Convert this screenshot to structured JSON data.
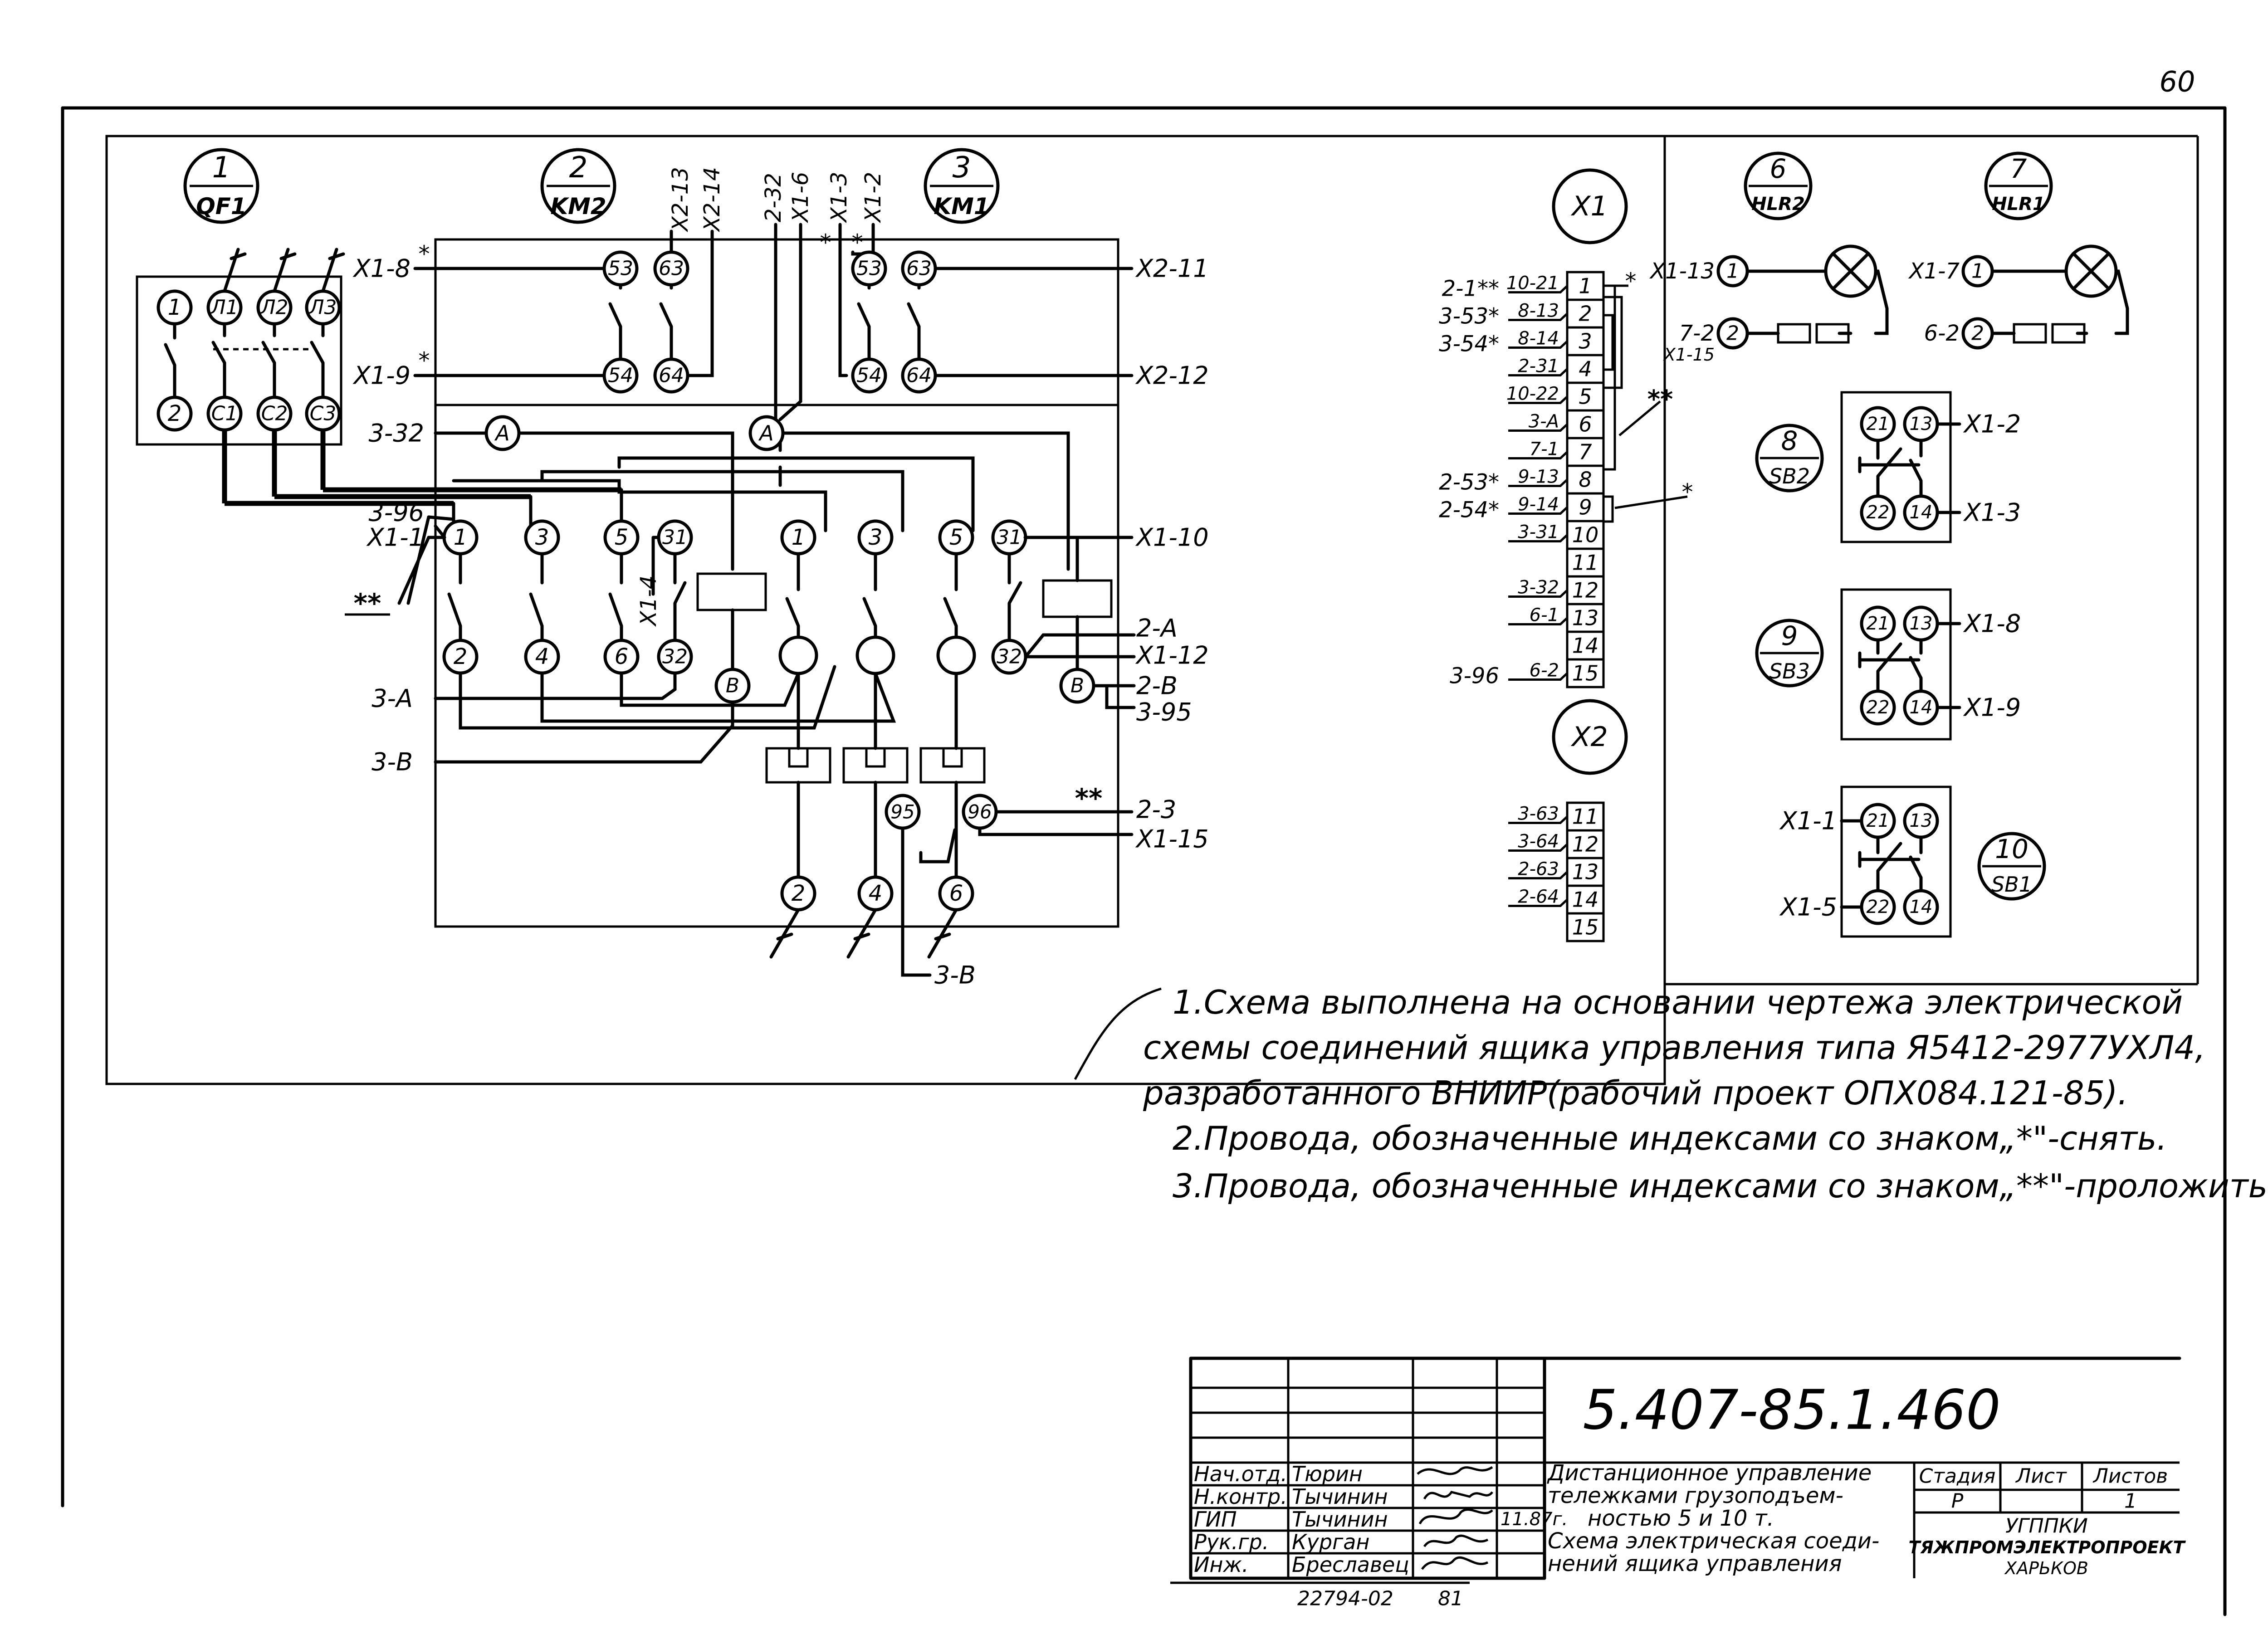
{
  "sheet_number": "60",
  "components": {
    "qf1": {
      "num": "1",
      "ref": "QF1"
    },
    "km2": {
      "num": "2",
      "ref": "KM2"
    },
    "km1": {
      "num": "3",
      "ref": "KM1"
    },
    "hlr2": {
      "num": "6",
      "ref": "HLR2"
    },
    "hlr1": {
      "num": "7",
      "ref": "HLR1"
    },
    "sb2": {
      "num": "8",
      "ref": "SB2"
    },
    "sb3": {
      "num": "9",
      "ref": "SB3"
    },
    "sb1": {
      "num": "10",
      "ref": "SB1"
    }
  },
  "qf1_pins": {
    "top": [
      "1",
      "Л1",
      "Л2",
      "Л3"
    ],
    "bottom": [
      "2",
      "С1",
      "С2",
      "С3"
    ]
  },
  "contactor_pins": {
    "aux_top": [
      "53",
      "63",
      "53",
      "63"
    ],
    "aux_bottom": [
      "54",
      "64",
      "54",
      "64"
    ],
    "main_top": [
      "1",
      "3",
      "5",
      "1",
      "3",
      "5"
    ],
    "main_bottom": [
      "2",
      "4",
      "6"
    ],
    "motor_out": [
      "2",
      "4",
      "6"
    ],
    "aux31": [
      "31",
      "31"
    ],
    "aux32": [
      "32",
      "32"
    ],
    "coil_a": "A",
    "coil_b": "B",
    "relay": [
      "95",
      "96"
    ]
  },
  "wire_labels": {
    "x1_8": "Х1-8",
    "x1_9": "Х1-9",
    "x2_13": "Х2-13",
    "x2_14": "Х2-14",
    "k2_32": "2-32",
    "x1_6": "Х1-6",
    "x1_3": "Х1-3",
    "x1_2": "Х1-2",
    "x2_11": "Х2-11",
    "x2_12": "Х2-12",
    "k3_32": "3-32",
    "k3_96": "3-96",
    "x1_1": "Х1-1",
    "x1_4": "Х1-4",
    "x1_10": "Х1-10",
    "k2_a": "2-А",
    "x1_12": "Х1-12",
    "k2_b": "2-В",
    "k3_95": "3-95",
    "k3_a": "3-А",
    "k3_b": "3-В",
    "k2_3": "2-3",
    "x1_15": "Х1-15",
    "k3_b2": "3-В",
    "star": "*",
    "dstar": "**"
  },
  "x1_block": {
    "title": "Х1",
    "terminals": [
      "1",
      "2",
      "3",
      "4",
      "5",
      "6",
      "7",
      "8",
      "9",
      "10",
      "11",
      "12",
      "13",
      "14",
      "15"
    ],
    "inner": [
      "10-21",
      "8-13",
      "8-14",
      "2-31",
      "10-22",
      "3-А",
      "7-1",
      "9-13",
      "9-14",
      "3-31",
      "",
      "3-32",
      "6-1",
      "",
      "6-2"
    ],
    "outer": [
      "2-1**",
      "3-53*",
      "3-54*",
      "",
      "",
      "",
      "",
      "2-53*",
      "2-54*",
      "",
      "",
      "",
      "",
      "",
      "3-96"
    ]
  },
  "x2_block": {
    "title": "Х2",
    "terminals": [
      "11",
      "12",
      "13",
      "14",
      "15"
    ],
    "inner": [
      "3-63",
      "3-64",
      "2-63",
      "2-64",
      ""
    ]
  },
  "lamps": {
    "hlr2_in": "Х1-13",
    "hlr2_out": "7-2",
    "hlr2_out2": "Х1-15",
    "hlr1_in": "Х1-7",
    "hlr1_out": "6-2",
    "pin1": "1",
    "pin2": "2"
  },
  "buttons": {
    "sb2": {
      "pins": [
        "21",
        "13",
        "22",
        "14"
      ],
      "wires": [
        "Х1-2",
        "Х1-3"
      ]
    },
    "sb3": {
      "pins": [
        "21",
        "13",
        "22",
        "14"
      ],
      "wires": [
        "Х1-8",
        "Х1-9"
      ]
    },
    "sb1": {
      "pins": [
        "21",
        "13",
        "22",
        "14"
      ],
      "wires": [
        "Х1-1",
        "Х1-5"
      ]
    }
  },
  "notes": {
    "n1a": "1.Схема выполнена на основании чертежа электрической",
    "n1b": "схемы соединений ящика управления типа Я5412-2977УХЛ4,",
    "n1c": "разработанного ВНИИР(рабочий проект ОПХ084.121-85).",
    "n2": "2.Провода, обозначенные индексами со знаком„*\"-снять.",
    "n3": "3.Провода, обозначенные индексами со знаком„**\"-проложить"
  },
  "title_block": {
    "doc_code": "5.407-85.1.460",
    "roles": [
      "Нач.отд.",
      "Н.контр.",
      "ГИП",
      "Рук.гр.",
      "Инж."
    ],
    "names": [
      "Тюрин",
      "Тычинин",
      "Тычинин",
      "Курган",
      "Бреславец"
    ],
    "date": "11.87г.",
    "title_lines": [
      "Дистанционное управление",
      "тележками грузоподъем-",
      "ностью 5 и 10 т.",
      "Схема электрическая соеди-",
      "нений ящика управления"
    ],
    "stage_label": "Стадия",
    "sheet_label": "Лист",
    "sheets_label": "Листов",
    "stage": "Р",
    "sheets": "1",
    "org1": "УГППКИ",
    "org2": "ТЯЖПРОМЭЛЕКТРОПРОЕКТ",
    "org3": "ХАРЬКОВ",
    "inventory": "22794-02",
    "inventory_sheet": "81"
  }
}
